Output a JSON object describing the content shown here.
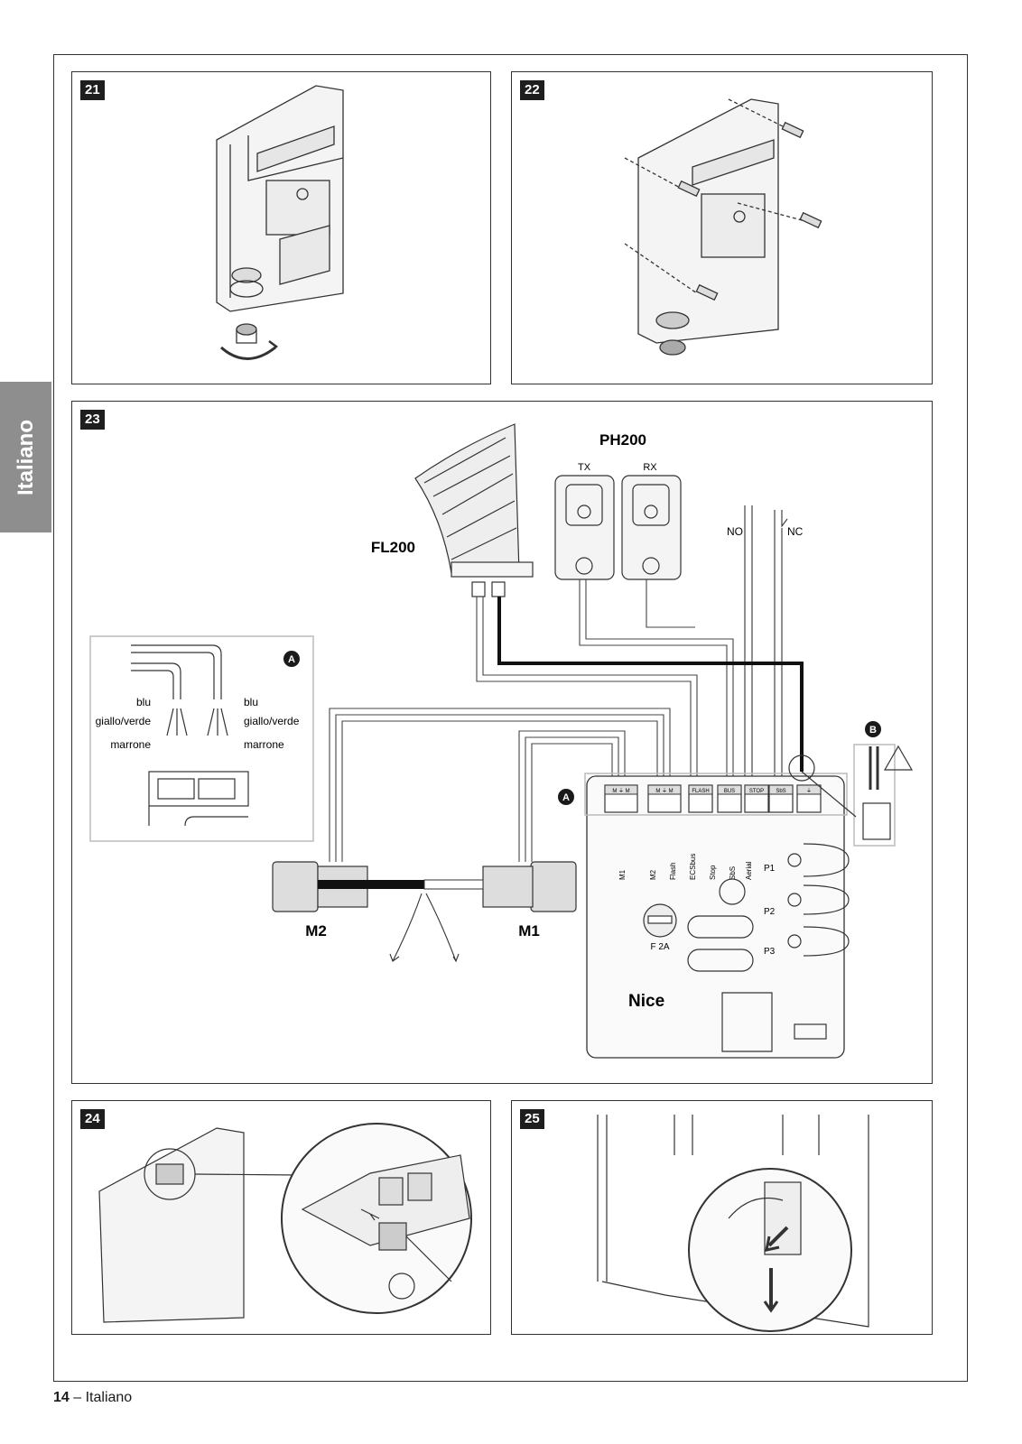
{
  "side_tab": "Italiano",
  "footer": {
    "page": "14",
    "sep": " – ",
    "lang": "Italiano"
  },
  "figures": {
    "f21": "21",
    "f22": "22",
    "f23": "23",
    "f24": "24",
    "f25": "25"
  },
  "fig23": {
    "ph200": "PH200",
    "tx": "TX",
    "rx": "RX",
    "fl200": "FL200",
    "no": "NO",
    "nc": "NC",
    "m2": "M2",
    "m1": "M1",
    "brand": "Nice",
    "fuse": "F 2A",
    "callout_a": "A",
    "callout_b": "B",
    "terminals": [
      "M ⏚ M",
      "M ⏚ M",
      "FLASH",
      "BUS",
      "STOP",
      "SbS",
      "⏚"
    ],
    "board_labels": [
      "M1",
      "M2",
      "Flash",
      "ECSbus",
      "Stop",
      "SbS",
      "Aerial"
    ],
    "buttons": [
      "P1",
      "P2",
      "P3"
    ],
    "inset_a": {
      "blu": "blu",
      "giallo_verde": "giallo/verde",
      "marrone": "marrone"
    }
  }
}
